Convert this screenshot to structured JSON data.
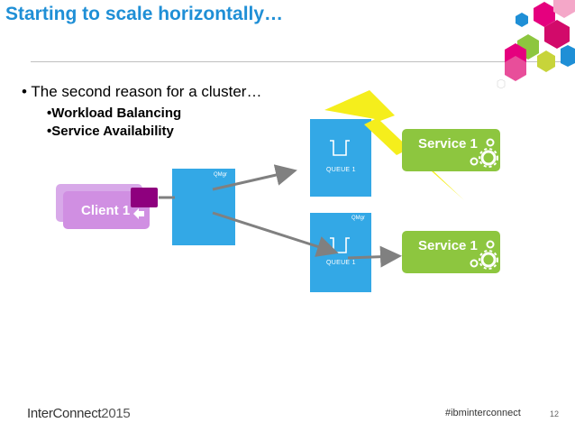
{
  "slide": {
    "title": "Starting to scale horizontally…",
    "bullet": "• The second reason for a cluster…",
    "sub_items": [
      "•Workload Balancing",
      "•Service Availability"
    ],
    "page_number": "12"
  },
  "diagram": {
    "client_label": "Client 1",
    "qmgr_main_label": "QMgr",
    "qmgr_bottom_label": "QMgr",
    "queue_top_label": "QUEUE 1",
    "queue_bottom_label": "QUEUE 1",
    "service_top_label": "Service 1",
    "service_bottom_label": "Service 1"
  },
  "footer": {
    "brand": "InterConnect",
    "year": "2015",
    "hashtag": "#ibminterconnect"
  },
  "colors": {
    "title": "#1f8fd6",
    "qmgr": "#33a8e6",
    "service": "#8dc63f",
    "client": "#d08fe2",
    "message": "#8e007e",
    "lightning": "#f5ee1c",
    "arrow": "#808080"
  },
  "icons": [
    "gear-icon",
    "queue-icon",
    "lightning-bolt-icon",
    "hexagon-logo-icon"
  ]
}
